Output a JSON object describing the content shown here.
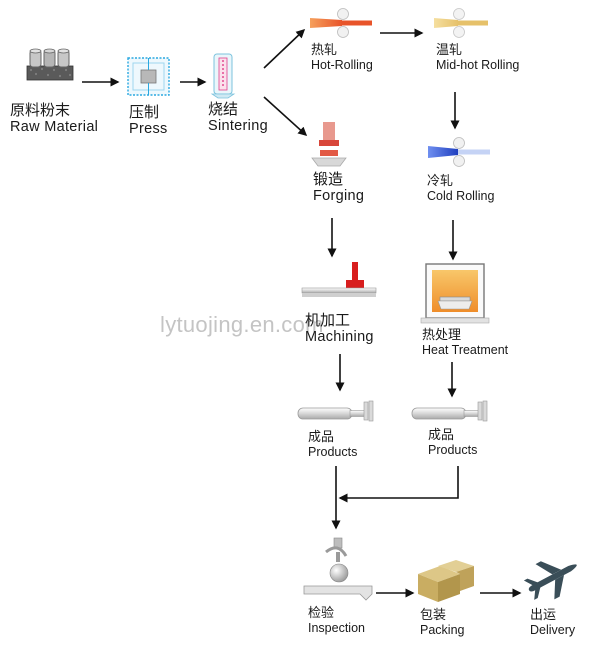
{
  "watermark": "lytuojing.en.com",
  "steps": {
    "raw_material": {
      "cn": "原料粉末",
      "en": "Raw Material"
    },
    "press": {
      "cn": "压制",
      "en": "Press"
    },
    "sintering": {
      "cn": "烧结",
      "en": "Sintering"
    },
    "hot_rolling": {
      "cn": "热轧",
      "en": "Hot-Rolling"
    },
    "mid_hot_rolling": {
      "cn": "温轧",
      "en": "Mid-hot Rolling"
    },
    "forging": {
      "cn": "锻造",
      "en": "Forging"
    },
    "cold_rolling": {
      "cn": "冷轧",
      "en": "Cold Rolling"
    },
    "machining": {
      "cn": "机加工",
      "en": "Machining"
    },
    "heat_treatment": {
      "cn": "热处理",
      "en": "Heat Treatment"
    },
    "products_left": {
      "cn": "成品",
      "en": "Products"
    },
    "products_right": {
      "cn": "成品",
      "en": "Products"
    },
    "inspection": {
      "cn": "检验",
      "en": "Inspection"
    },
    "packing": {
      "cn": "包装",
      "en": "Packing"
    },
    "delivery": {
      "cn": "出运",
      "en": "Delivery"
    }
  },
  "icons": {
    "raw_material": "powder-cans-icon",
    "press": "press-die-icon",
    "sintering": "sintering-tube-icon",
    "hot_rolling": "hot-rolling-icon",
    "mid_hot_rolling": "mid-hot-rolling-icon",
    "forging": "forging-hammer-icon",
    "cold_rolling": "cold-rolling-icon",
    "machining": "machining-tool-icon",
    "heat_treatment": "heat-treatment-furnace-icon",
    "products": "rod-product-icon",
    "inspection": "inspection-probe-icon",
    "packing": "boxes-icon",
    "delivery": "airplane-icon"
  },
  "colors": {
    "arrow": "#111111",
    "hot": "#e8542a",
    "warm": "#e6c16a",
    "cold": "#2a4fd0",
    "forging": "#e25a45",
    "machining": "#d81e1e",
    "furnace": "#f0a23a",
    "press": "#2aa8e0",
    "sintering": "#e0408c",
    "box": "#c9ad62",
    "plane": "#3a4e58"
  }
}
